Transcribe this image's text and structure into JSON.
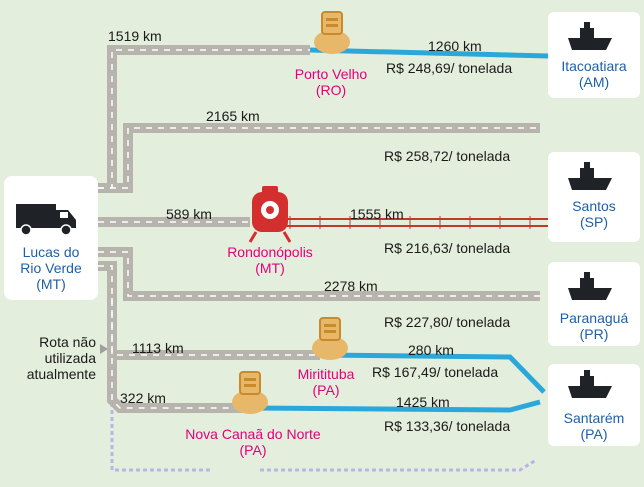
{
  "origin": {
    "name_line1": "Lucas do",
    "name_line2": "Rio Verde",
    "state": "(MT)"
  },
  "unused_route_note": {
    "line1": "Rota não",
    "line2": "utilizada",
    "line3": "atualmente"
  },
  "routes": {
    "porto_velho": {
      "km_land": "1519 km",
      "km_water": "1260 km",
      "price": "R$ 248,69/ tonelada",
      "hub_name": "Porto Velho",
      "hub_state": "(RO)"
    },
    "santos_road": {
      "km": "2165 km",
      "price": "R$ 258,72/ tonelada"
    },
    "rondonopolis": {
      "km_land": "589 km",
      "km_rail": "1555 km",
      "price": "R$ 216,63/ tonelada",
      "hub_name": "Rondonópolis",
      "hub_state": "(MT)"
    },
    "paranagua_road": {
      "km": "2278 km",
      "price": "R$ 227,80/ tonelada"
    },
    "miritituba": {
      "km_land": "1113 km",
      "km_water": "280 km",
      "price": "R$ 167,49/ tonelada",
      "hub_name": "Miritituba",
      "hub_state": "(PA)"
    },
    "nova_canaa": {
      "km_land": "322 km",
      "km_water": "1425 km",
      "price": "R$ 133,36/ tonelada",
      "hub_name": "Nova Canaã do Norte",
      "hub_state": "(PA)"
    }
  },
  "ports": {
    "itacoatiara": {
      "name": "Itacoatiara",
      "state": "(AM)"
    },
    "santos": {
      "name": "Santos",
      "state": "(SP)"
    },
    "paranagua": {
      "name": "Paranaguá",
      "state": "(PR)"
    },
    "santarem": {
      "name": "Santarém",
      "state": "(PA)"
    }
  },
  "icons": [
    "truck-icon",
    "ship-icon",
    "barge-icon",
    "train-icon"
  ],
  "colors": {
    "background": "#e4eedc",
    "road": "#b7b3ad",
    "water": "#2aa8dc",
    "rail": "#c0392b",
    "hub_label": "#e2007a",
    "port_label": "#1e5fa8",
    "unused_route": "#b9b6e6"
  }
}
